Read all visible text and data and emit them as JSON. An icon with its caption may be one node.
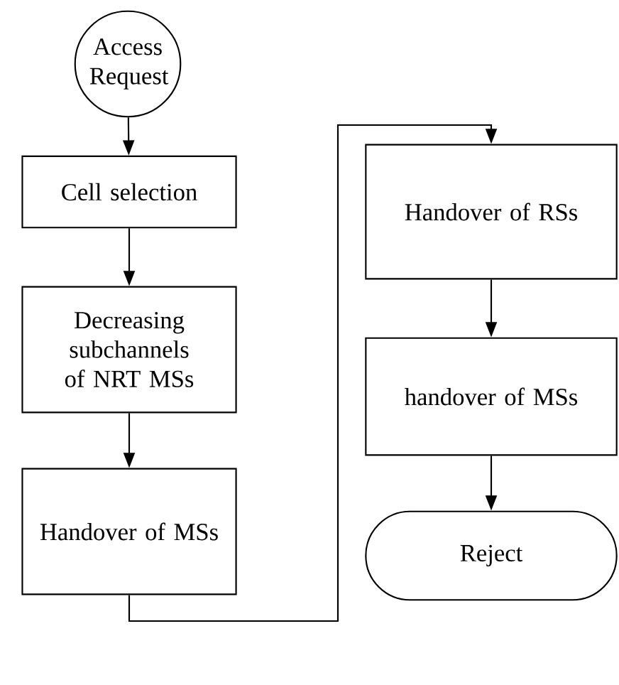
{
  "diagram": {
    "nodes": [
      {
        "text": [
          "Access Request"
        ]
      },
      {
        "text": [
          "Cell selection"
        ]
      },
      {
        "text": [
          "Decreasing subchannels of NRT MSs"
        ]
      },
      {
        "text": [
          "Handover of MSs"
        ]
      },
      {
        "text": [
          "Handover of RSs"
        ]
      },
      {
        "text": [
          "handover of MSs"
        ]
      },
      {
        "text": [
          "Reject"
        ]
      }
    ],
    "edges": [
      {
        "from": 0,
        "to": 1,
        "arrow": "to"
      },
      {
        "from": 1,
        "to": 2,
        "arrow": "to"
      },
      {
        "from": 2,
        "to": 3,
        "arrow": "to"
      },
      {
        "from": 3,
        "to": 4,
        "arrow": "to"
      },
      {
        "from": 4,
        "to": 5,
        "arrow": "to"
      },
      {
        "from": 5,
        "to": 6,
        "arrow": "to"
      }
    ]
  }
}
